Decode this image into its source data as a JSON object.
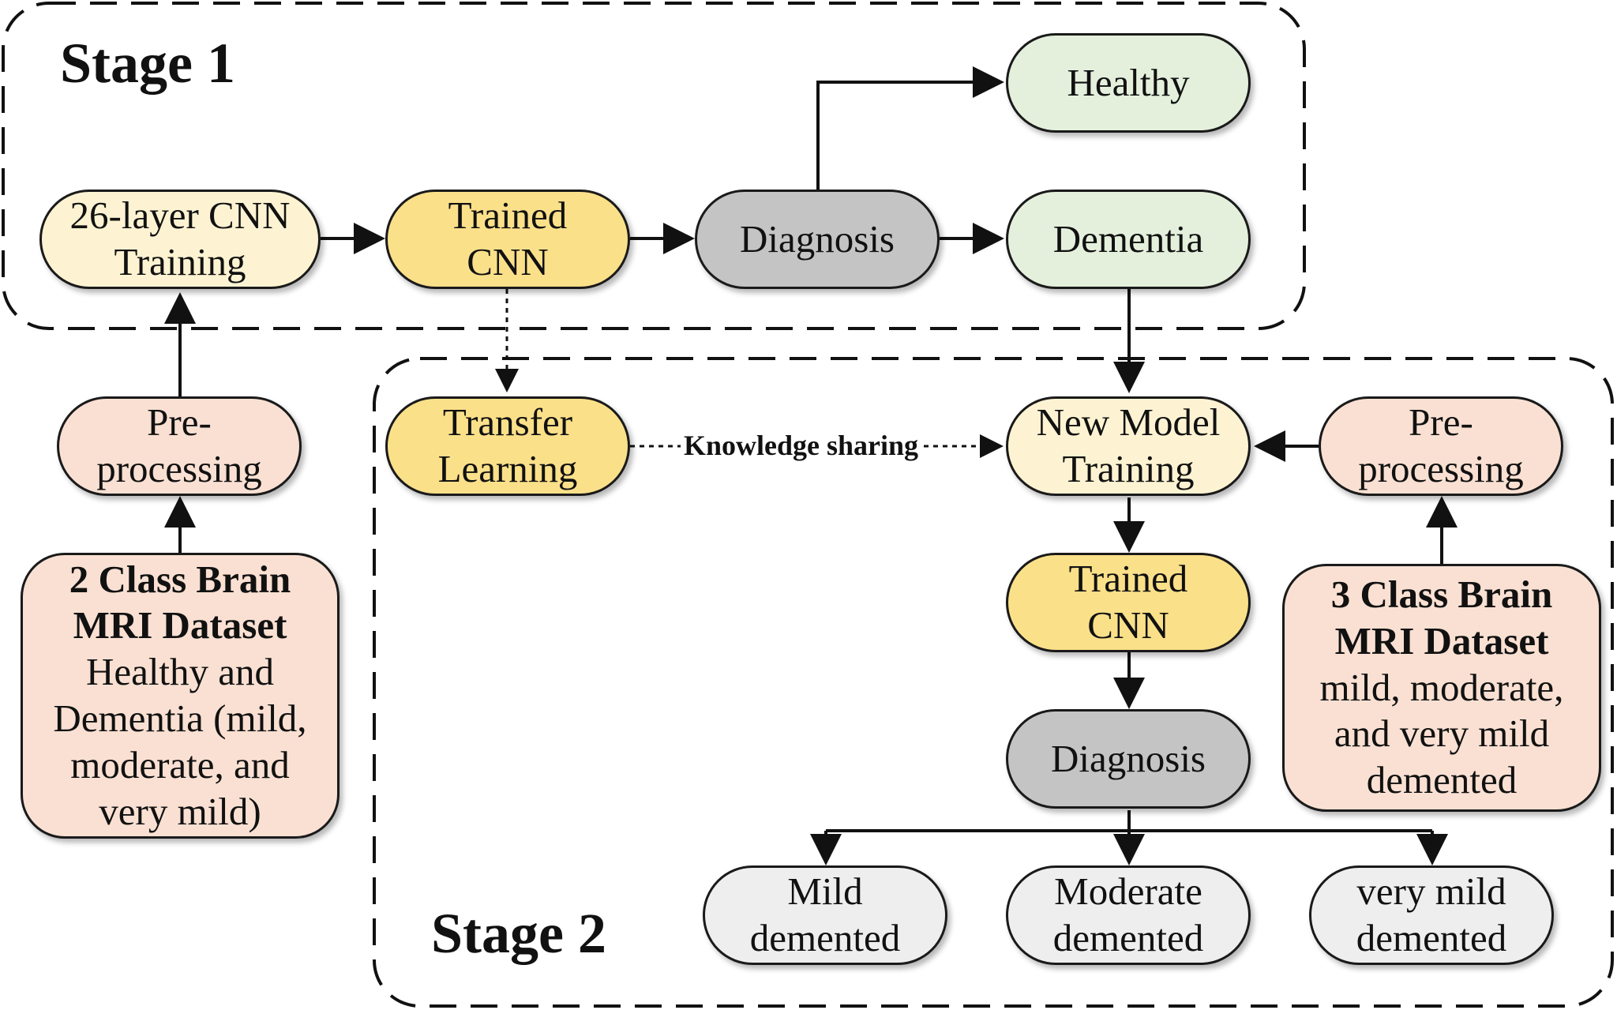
{
  "stages": {
    "stage1": "Stage 1",
    "stage2": "Stage 2"
  },
  "colors": {
    "cream": "#fdf3d2",
    "gold": "#fbe08a",
    "gray": "#c4c4c4",
    "green": "#e4f0dc",
    "peach": "#f9e0d2",
    "light_gray": "#eeeeee"
  },
  "nodes": {
    "cnn_training": {
      "line1": "26-layer CNN",
      "line2": "Training"
    },
    "trained_cnn_1": {
      "line1": "Trained",
      "line2": "CNN"
    },
    "diagnosis_1": {
      "line1": "Diagnosis"
    },
    "healthy": {
      "line1": "Healthy"
    },
    "dementia": {
      "line1": "Dementia"
    },
    "preprocessing_1": {
      "line1": "Pre-",
      "line2": "processing"
    },
    "dataset_2class": {
      "title1": "2 Class Brain",
      "title2": "MRI Dataset",
      "line1": "Healthy and",
      "line2": "Dementia (mild,",
      "line3": "moderate, and",
      "line4": "very mild)"
    },
    "transfer_learning": {
      "line1": "Transfer",
      "line2": "Learning"
    },
    "new_model_training": {
      "line1": "New Model",
      "line2": "Training"
    },
    "preprocessing_2": {
      "line1": "Pre-",
      "line2": "processing"
    },
    "trained_cnn_2": {
      "line1": "Trained",
      "line2": "CNN"
    },
    "dataset_3class": {
      "title1": "3 Class Brain",
      "title2": "MRI Dataset",
      "line1": "mild, moderate,",
      "line2": "and very mild",
      "line3": "demented"
    },
    "diagnosis_2": {
      "line1": "Diagnosis"
    },
    "mild_demented": {
      "line1": "Mild",
      "line2": "demented"
    },
    "moderate_demented": {
      "line1": "Moderate",
      "line2": "demented"
    },
    "very_mild_demented": {
      "line1": "very mild",
      "line2": "demented"
    }
  },
  "edges": {
    "knowledge_sharing": "Knowledge sharing"
  }
}
